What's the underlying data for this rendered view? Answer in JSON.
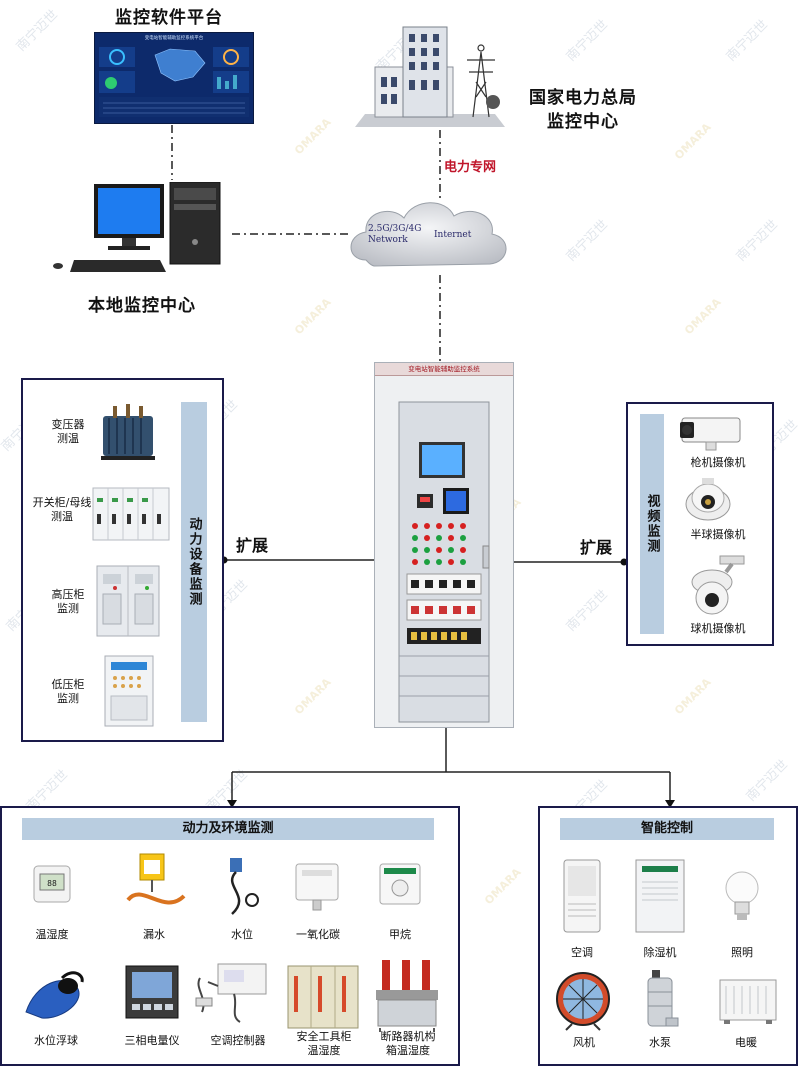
{
  "top": {
    "software_platform": "监控软件平台",
    "platform_screen_title": "变电站智能辅助监控系统平台",
    "state_grid_line1": "国家电力总局",
    "state_grid_line2": "监控中心",
    "power_network": "电力专网",
    "cloud_left": "2.5G/3G/4G\nNetwork",
    "cloud_right": "Internet",
    "local_center": "本地监控中心"
  },
  "cabinet": {
    "header": "变电站智能辅助监控系统"
  },
  "left_panel": {
    "vertical_title": "动力设备监测",
    "expand": "扩展",
    "items": [
      {
        "label": "变压器\n测温"
      },
      {
        "label": "开关柜/母线\n测温"
      },
      {
        "label": "高压柜\n监测"
      },
      {
        "label": "低压柜\n监测"
      }
    ]
  },
  "right_panel": {
    "vertical_title": "视频监测",
    "expand": "扩展",
    "items": [
      {
        "label": "枪机摄像机"
      },
      {
        "label": "半球摄像机"
      },
      {
        "label": "球机摄像机"
      }
    ]
  },
  "env_panel": {
    "title": "动力及环境监测",
    "row1": [
      {
        "label": "温湿度"
      },
      {
        "label": "漏水"
      },
      {
        "label": "水位"
      },
      {
        "label": "一氧化碳"
      },
      {
        "label": "甲烷"
      }
    ],
    "row2": [
      {
        "label": "水位浮球"
      },
      {
        "label": "三相电量仪"
      },
      {
        "label": "空调控制器"
      },
      {
        "label": "安全工具柜\n温湿度"
      },
      {
        "label": "断路器机构\n箱温湿度"
      }
    ]
  },
  "smart_panel": {
    "title": "智能控制",
    "row1": [
      {
        "label": "空调"
      },
      {
        "label": "除湿机"
      },
      {
        "label": "照明"
      }
    ],
    "row2": [
      {
        "label": "风机"
      },
      {
        "label": "水泵"
      },
      {
        "label": "电暖"
      }
    ]
  },
  "watermarks": {
    "cn": "南宁迈世",
    "en": "OMARA"
  }
}
